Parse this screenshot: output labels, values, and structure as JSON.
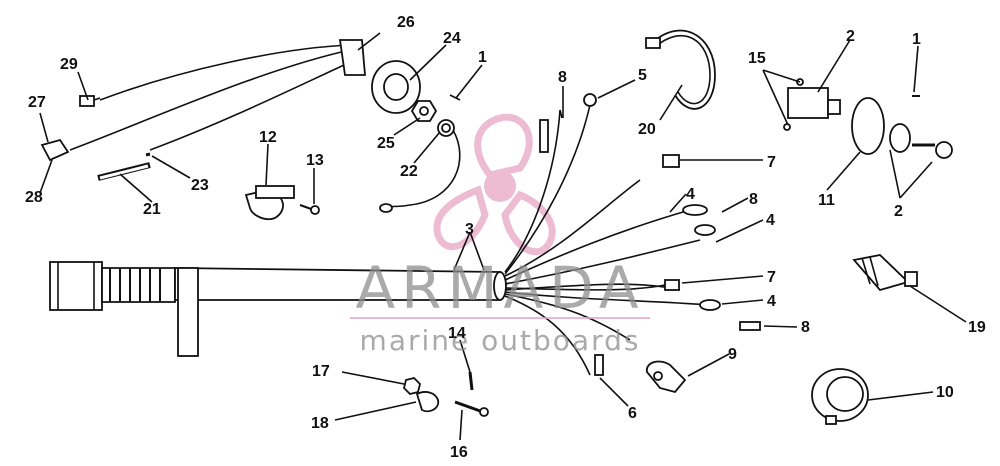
{
  "watermark": {
    "brand": "ARMADA",
    "tagline": "marine outboards",
    "accent_color": "#e7a6c3",
    "text_color": "#8d8d8d"
  },
  "callouts": {
    "p1a": "1",
    "p1b": "1",
    "p2a": "2",
    "p2b": "2",
    "p3": "3",
    "p4a": "4",
    "p4b": "4",
    "p4c": "4",
    "p5": "5",
    "p6": "6",
    "p7a": "7",
    "p7b": "7",
    "p8a": "8",
    "p8b": "8",
    "p8c": "8",
    "p9": "9",
    "p10": "10",
    "p11": "11",
    "p12": "12",
    "p13": "13",
    "p14": "14",
    "p15": "15",
    "p16": "16",
    "p17": "17",
    "p18": "18",
    "p19": "19",
    "p20": "20",
    "p21": "21",
    "p22": "22",
    "p23": "23",
    "p24": "24",
    "p25": "25",
    "p26": "26",
    "p27": "27",
    "p28": "28",
    "p29": "29"
  }
}
